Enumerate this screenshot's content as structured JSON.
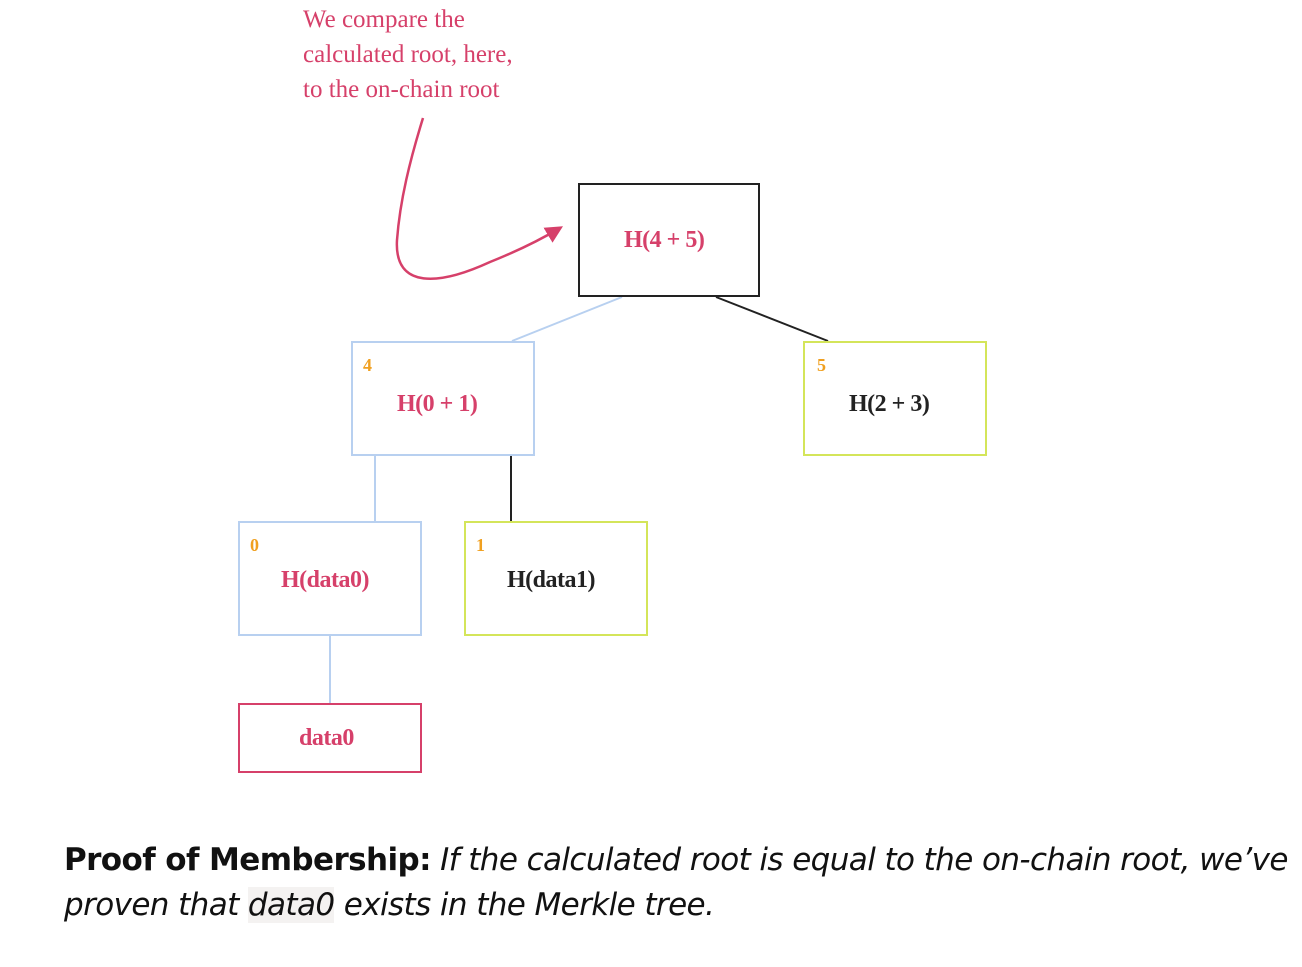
{
  "annotation": {
    "lines": [
      "We compare the",
      "calculated root, here,",
      "to the on-chain root"
    ]
  },
  "nodes": {
    "root": {
      "label": "H(4 + 5)",
      "index": ""
    },
    "n4": {
      "label": "H(0 + 1)",
      "index": "4"
    },
    "n5": {
      "label": "H(2 + 3)",
      "index": "5"
    },
    "n0": {
      "label": "H(data0)",
      "index": "0"
    },
    "n1": {
      "label": "H(data1)",
      "index": "1"
    },
    "data0": {
      "label": "data0"
    }
  },
  "caption": {
    "title": "Proof of Membership:",
    "text_before": "If the calculated root is equal to the on-chain root, we’ve proven that ",
    "highlight": "data0",
    "text_after": " exists in the Merkle tree."
  },
  "colors": {
    "annotation": "#d6406a",
    "index": "#f0a020",
    "proof_path": "#b8d0f0",
    "sibling": "#d4e55a",
    "root_border": "#222222",
    "data_border": "#d6406a",
    "proof_label": "#d6406a",
    "sibling_label": "#222222"
  }
}
